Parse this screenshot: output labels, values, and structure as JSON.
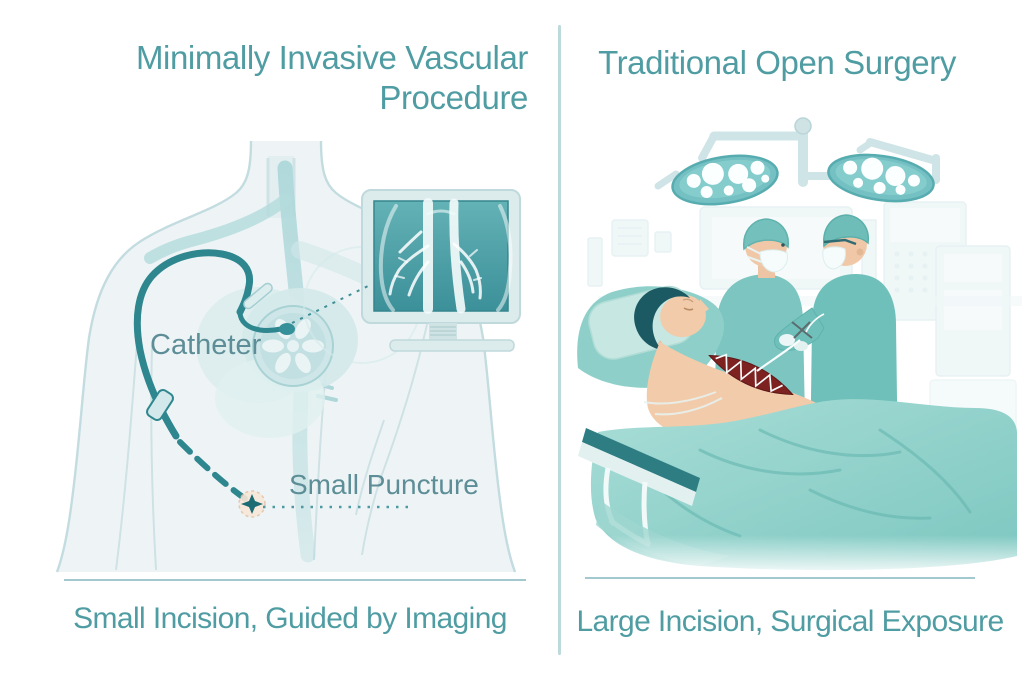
{
  "left_panel": {
    "title_line1": "Minimally Invasive Vascular",
    "title_line2": "Procedure",
    "catheter_label": "Catheter",
    "puncture_label": "Small Puncture",
    "caption": "Small Incision, Guided by Imaging"
  },
  "right_panel": {
    "title": "Traditional Open Surgery",
    "caption": "Large Incision, Surgical Exposure"
  },
  "icons": {
    "imaging_monitor": "monitor-with-vascular-angiogram",
    "puncture_marker": "four-point-star",
    "surgical_lights": "twin-operating-lamps"
  },
  "colors": {
    "heading_teal": "#4F9DA3",
    "label_teal": "#5D8E97",
    "divider": "#BCD9DC",
    "rule": "#A3C9CE",
    "body_outline": "#C3DCE0",
    "vessel": "#AED8DA",
    "catheter": "#2E868E",
    "monitor_screen": "#4BA0A6",
    "surgical_light": "#74C0C3",
    "scrubs": "#74C2BD",
    "blanket": "#8FD0CA",
    "skin": "#F2CBAA",
    "incision": "#7E2222"
  }
}
